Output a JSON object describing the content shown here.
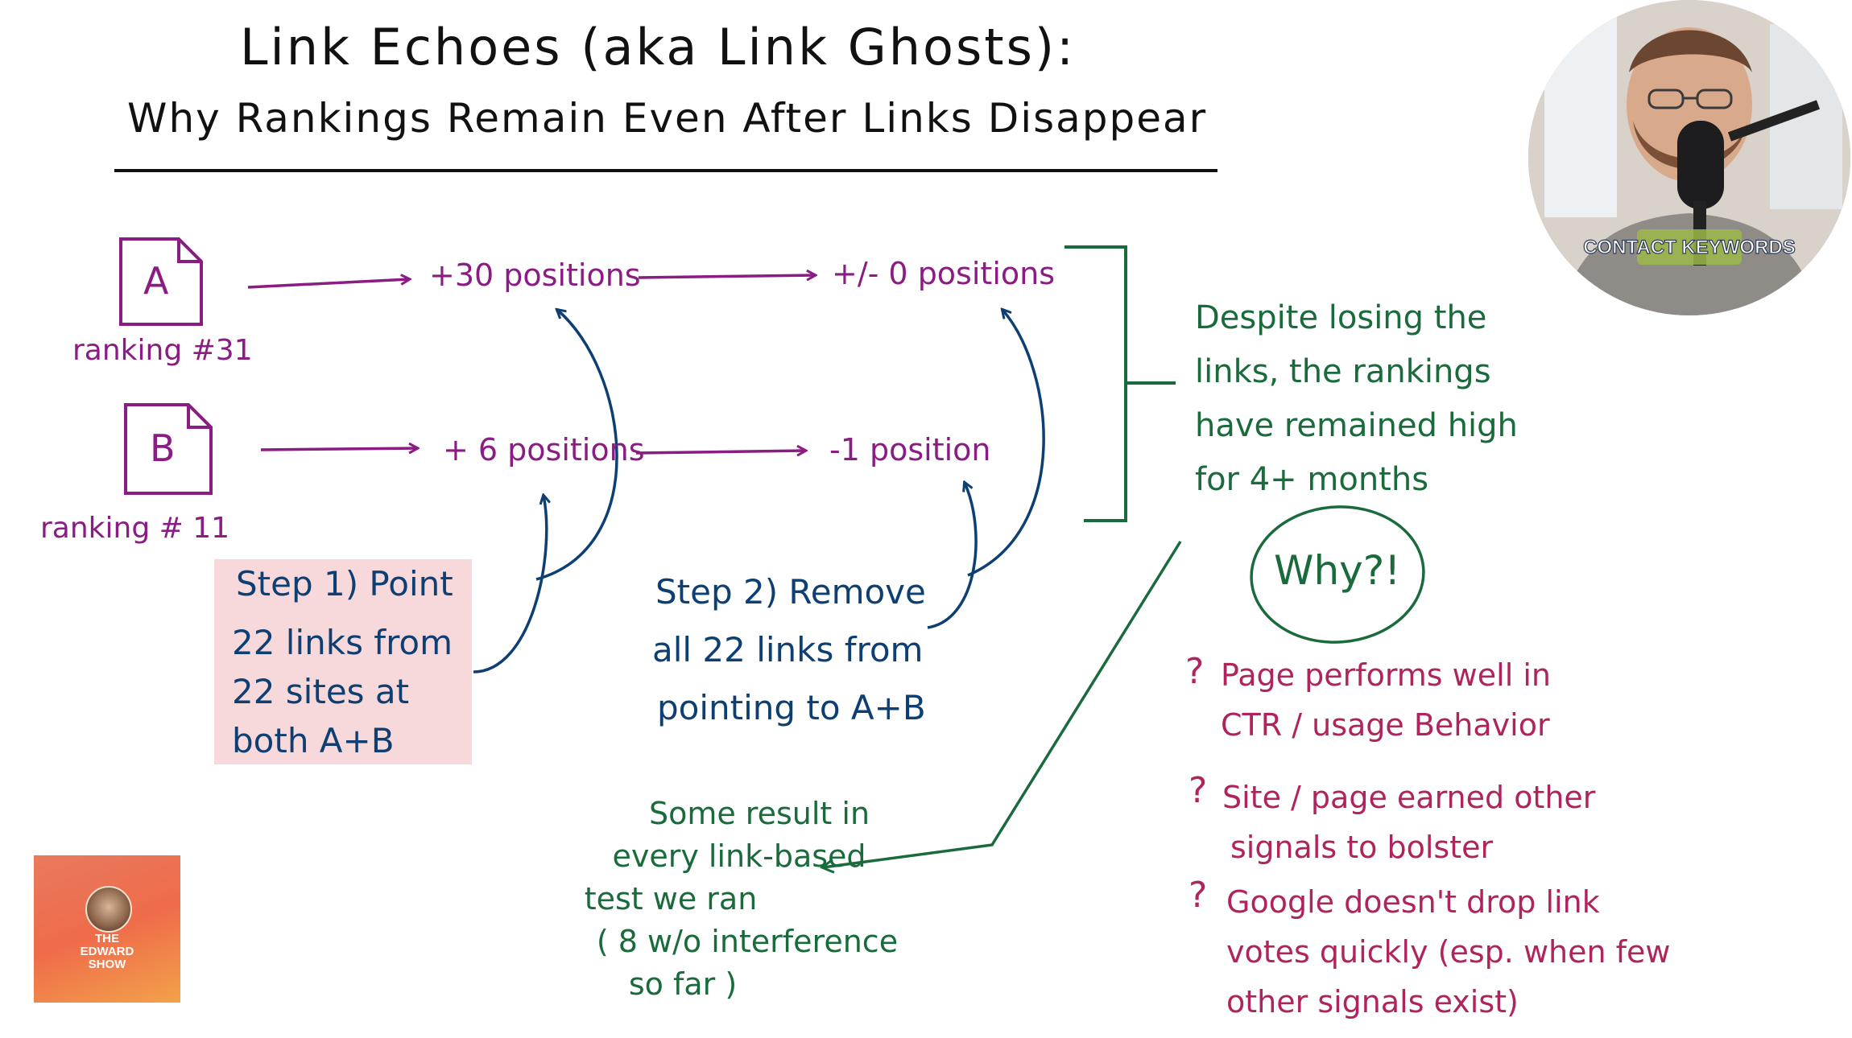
{
  "title": "Link Echoes (aka Link Ghosts):",
  "subtitle": "Why Rankings Remain Even After Links Disappear",
  "page_a": {
    "letter": "A",
    "ranking": "ranking #31",
    "step1": "+30 positions",
    "step2": "+/- 0 positions"
  },
  "page_b": {
    "letter": "B",
    "ranking": "ranking # 11",
    "step1": "+ 6 positions",
    "step2": "-1 position"
  },
  "step1": {
    "lines": [
      "Step 1) Point",
      "22 links from",
      "22 sites at",
      "both A+B"
    ]
  },
  "step2": {
    "lines": [
      "Step 2) Remove",
      "all 22 links from",
      "pointing to A+B"
    ]
  },
  "result": {
    "lines": [
      "Despite losing the",
      "links, the rankings",
      "have remained high",
      "for 4+ months"
    ]
  },
  "why": "Why?!",
  "reasons": [
    {
      "mark": "?",
      "lines": [
        "Page performs well in",
        "CTR / usage Behavior"
      ]
    },
    {
      "mark": "?",
      "lines": [
        "Site / page earned other",
        "signals to bolster"
      ]
    },
    {
      "mark": "?",
      "lines": [
        "Google doesn't drop link",
        "votes quickly (esp. when few",
        "other signals exist)"
      ]
    }
  ],
  "note": {
    "lines": [
      "Some result in",
      "every link-based",
      "test we ran",
      "( 8 w/o interference",
      "so far )"
    ]
  },
  "webcam": {
    "shirt_text": "CONTACT KEYWORDS"
  },
  "logo": {
    "text": "THE\nEDWARD\nSHOW"
  },
  "colors": {
    "purple": "#8a1c83",
    "blue": "#0e3f73",
    "green": "#1a6b3c",
    "magenta": "#b0245e",
    "box": "#f7d9dc"
  }
}
